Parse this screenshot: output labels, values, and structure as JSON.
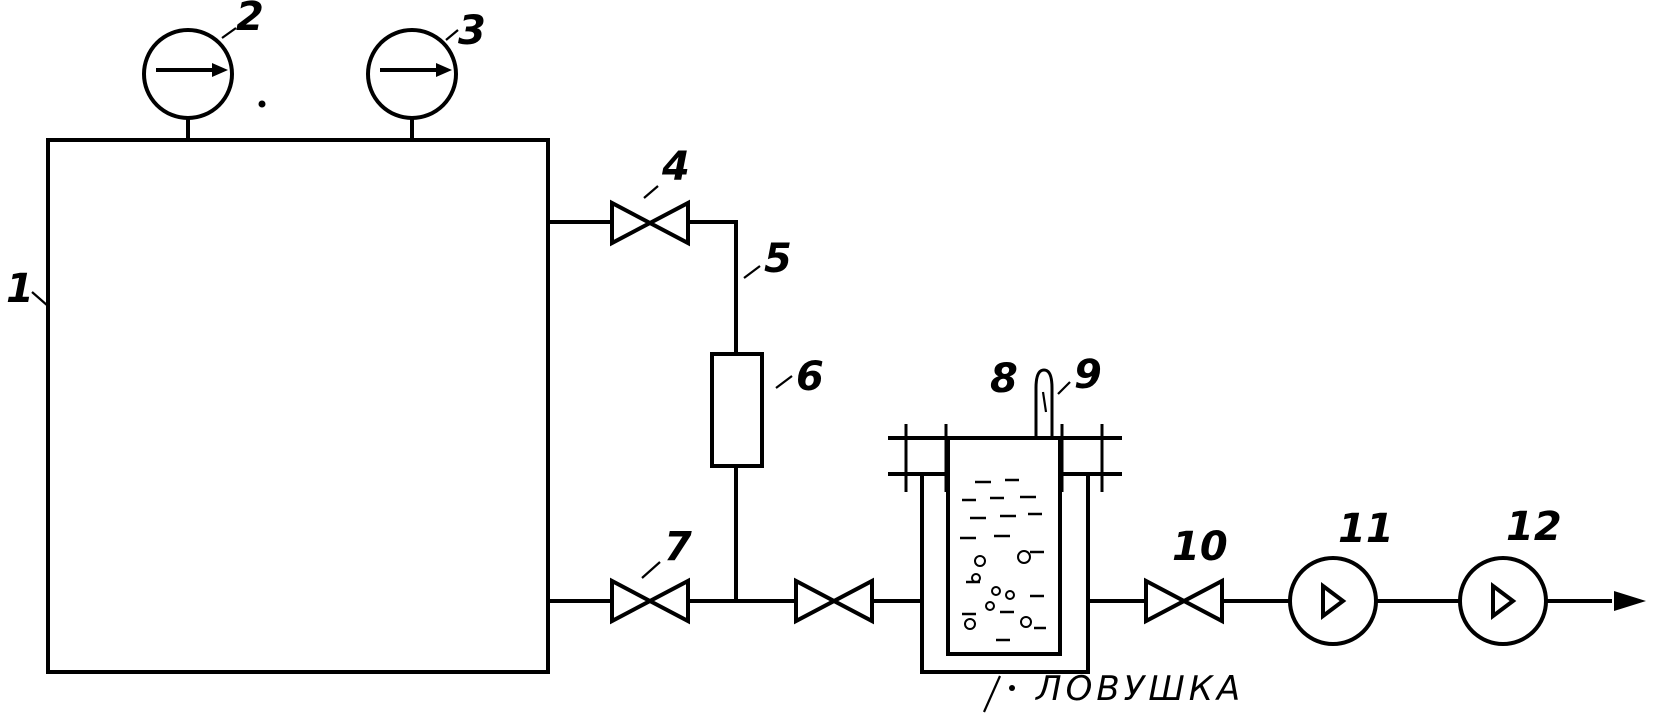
{
  "labels": {
    "chamber": "1",
    "gauge_1": "2",
    "gauge_2": "3",
    "valve_upper": "4",
    "pipe": "5",
    "element": "6",
    "valve_lower": "7",
    "trap": "8",
    "thermometer": "9",
    "valve_outlet": "10",
    "pump_1": "11",
    "pump_2": "12"
  },
  "trap_caption": "ЛОВУШКА",
  "colors": {
    "ink": "#000000",
    "paper": "#ffffff"
  }
}
